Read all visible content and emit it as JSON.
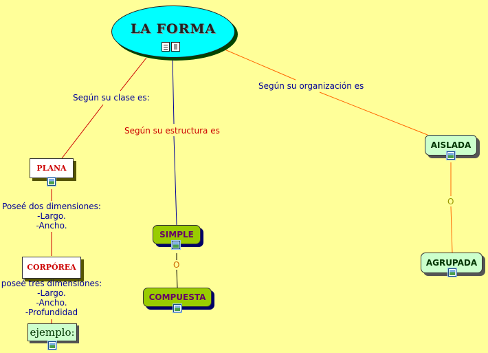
{
  "concepts": {
    "root": "LA FORMA",
    "plana": "PLANA",
    "corporea": "CORPÓREA",
    "ejemplo": "ejemplo:",
    "simple": "SIMPLE",
    "compuesta": "COMPUESTA",
    "aislada": "AISLADA",
    "agrupada": "AGRUPADA"
  },
  "links": {
    "clase": "Según su clase es:",
    "estructura": "Según su estructura es",
    "organizacion": "Según su organización es",
    "plana_desc": [
      "Poseé dos dimensiones:",
      "-Largo.",
      "-Ancho."
    ],
    "corporea_desc": [
      "poseé tres dimensiones:",
      "-Largo.",
      "-Ancho.",
      "-Profundidad"
    ],
    "o_estructura": "O",
    "o_organizacion": "O"
  },
  "icons": {
    "root": [
      "document-icon",
      "video-icon"
    ],
    "concept": "image-icon"
  },
  "colors": {
    "background": "#ffff99",
    "root_fill": "#00ffff",
    "green_box": "#99cc00",
    "mint_box": "#ccffcc",
    "line_red": "#cc0000",
    "line_orange": "#ff6600",
    "line_blue": "#000099",
    "line_olive": "#999900",
    "text_blue": "#000099",
    "text_red": "#cc0000"
  }
}
